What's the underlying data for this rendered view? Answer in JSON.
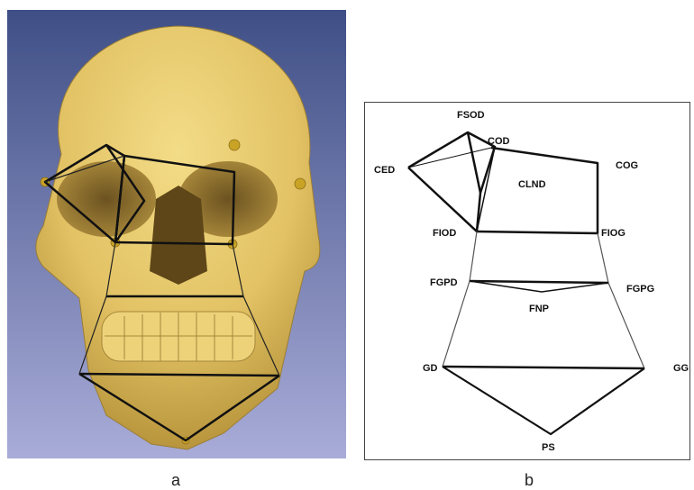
{
  "panels": {
    "a": {
      "caption": "a",
      "image": "3D rendered skull, frontal view, with superimposed facial landmark polygon",
      "colors": {
        "bg_top": "#4a5a8e",
        "bg_bottom": "#a7aad6",
        "bone": "#e6c96a",
        "bone_shadow": "#a98a35",
        "landmark": "#c8a326"
      }
    },
    "b": {
      "caption": "b",
      "labels": {
        "fsod": "FSOD",
        "cod": "COD",
        "ced": "CED",
        "clnd": "CLND",
        "cog": "COG",
        "fiod": "FIOD",
        "fiog": "FIOG",
        "fgpd": "FGPD",
        "fgpg": "FGPG",
        "fnp": "FNP",
        "gd": "GD",
        "gg": "GG",
        "ps": "PS"
      }
    }
  }
}
